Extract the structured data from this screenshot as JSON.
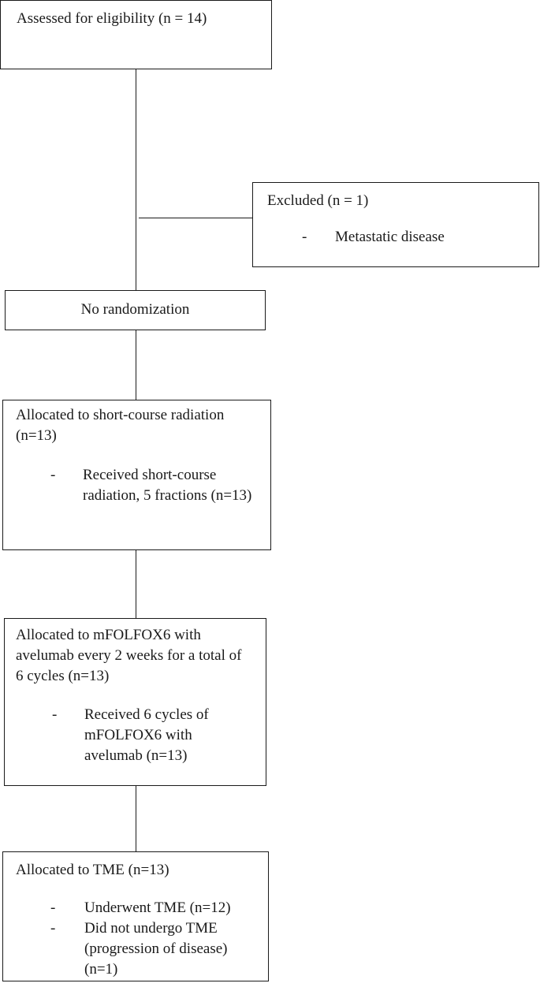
{
  "flow": {
    "assessed": {
      "label": "Assessed for eligibility (n = 14)"
    },
    "excluded": {
      "label": "Excluded (n = 1)",
      "items": [
        {
          "dash": "-",
          "text": "Metastatic disease"
        }
      ]
    },
    "randomization": {
      "label": "No randomization"
    },
    "radiation": {
      "label": "Allocated to short-course radiation (n=13)",
      "items": [
        {
          "dash": "-",
          "text": "Received short-course radiation, 5 fractions (n=13)"
        }
      ]
    },
    "chemo": {
      "label": "Allocated to mFOLFOX6 with avelumab every 2 weeks for a total of 6 cycles (n=13)",
      "items": [
        {
          "dash": "-",
          "text": "Received 6 cycles of mFOLFOX6 with avelumab (n=13)"
        }
      ]
    },
    "tme": {
      "label": "Allocated to TME (n=13)",
      "items": [
        {
          "dash": "-",
          "text": "Underwent TME (n=12)"
        },
        {
          "dash": "-",
          "text": "Did not undergo TME (progression of disease) (n=1)"
        }
      ]
    }
  }
}
